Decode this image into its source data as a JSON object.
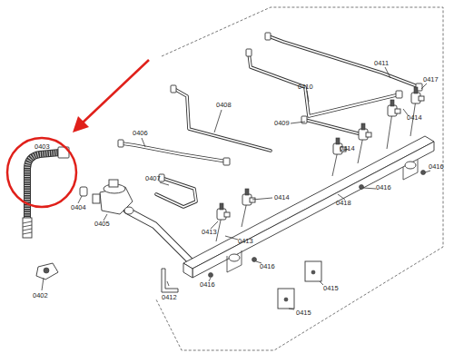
{
  "diagram": {
    "labels": [
      "0411",
      "0417",
      "0410",
      "0408",
      "0414",
      "0409",
      "0406",
      "0403",
      "0414",
      "0416",
      "0407",
      "0416",
      "0414",
      "0418",
      "0404",
      "0405",
      "0413",
      "0413",
      "0416",
      "0416",
      "0415",
      "0412",
      "0402",
      "0415"
    ]
  }
}
